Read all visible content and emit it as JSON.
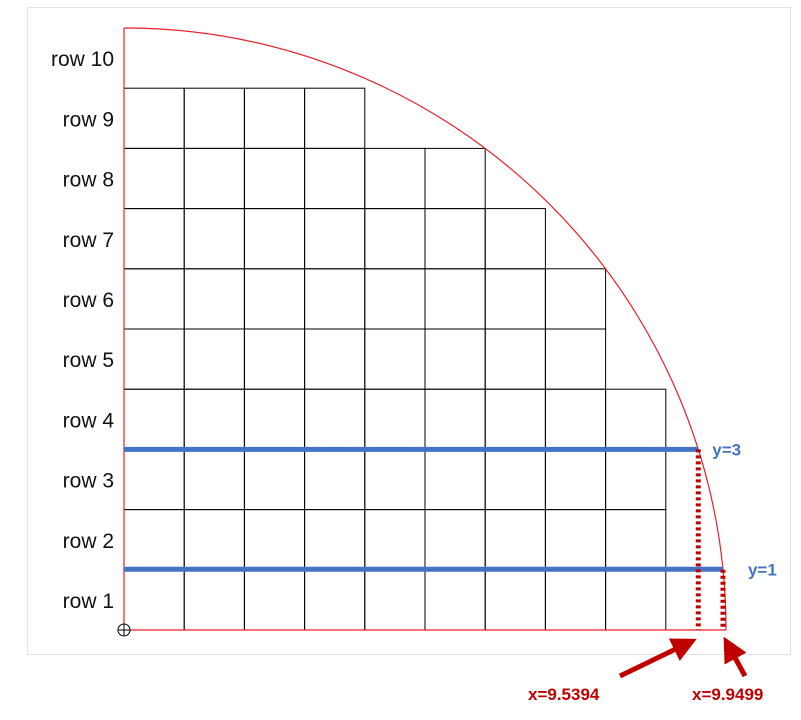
{
  "rows": [
    "row 1",
    "row 2",
    "row 3",
    "row 4",
    "row 5",
    "row 6",
    "row 7",
    "row 8",
    "row 9",
    "row 10"
  ],
  "diagram": {
    "radius": 10,
    "grid_cells": 10,
    "arc_color": "#e8202a",
    "grid_color": "#000000",
    "line_color": "#4472c4",
    "marker_color": "#c00000",
    "origin_icon": "circle-plus-icon",
    "arrow_icon": "arrow-icon"
  },
  "horizontal_lines": [
    {
      "y": 3,
      "x_end": 9.5394,
      "label": "y=3"
    },
    {
      "y": 1,
      "x_end": 9.9499,
      "label": "y=1"
    }
  ],
  "x_markers": [
    {
      "x": 9.5394,
      "label": "x=9.5394"
    },
    {
      "x": 9.9499,
      "label": "x=9.9499"
    }
  ]
}
